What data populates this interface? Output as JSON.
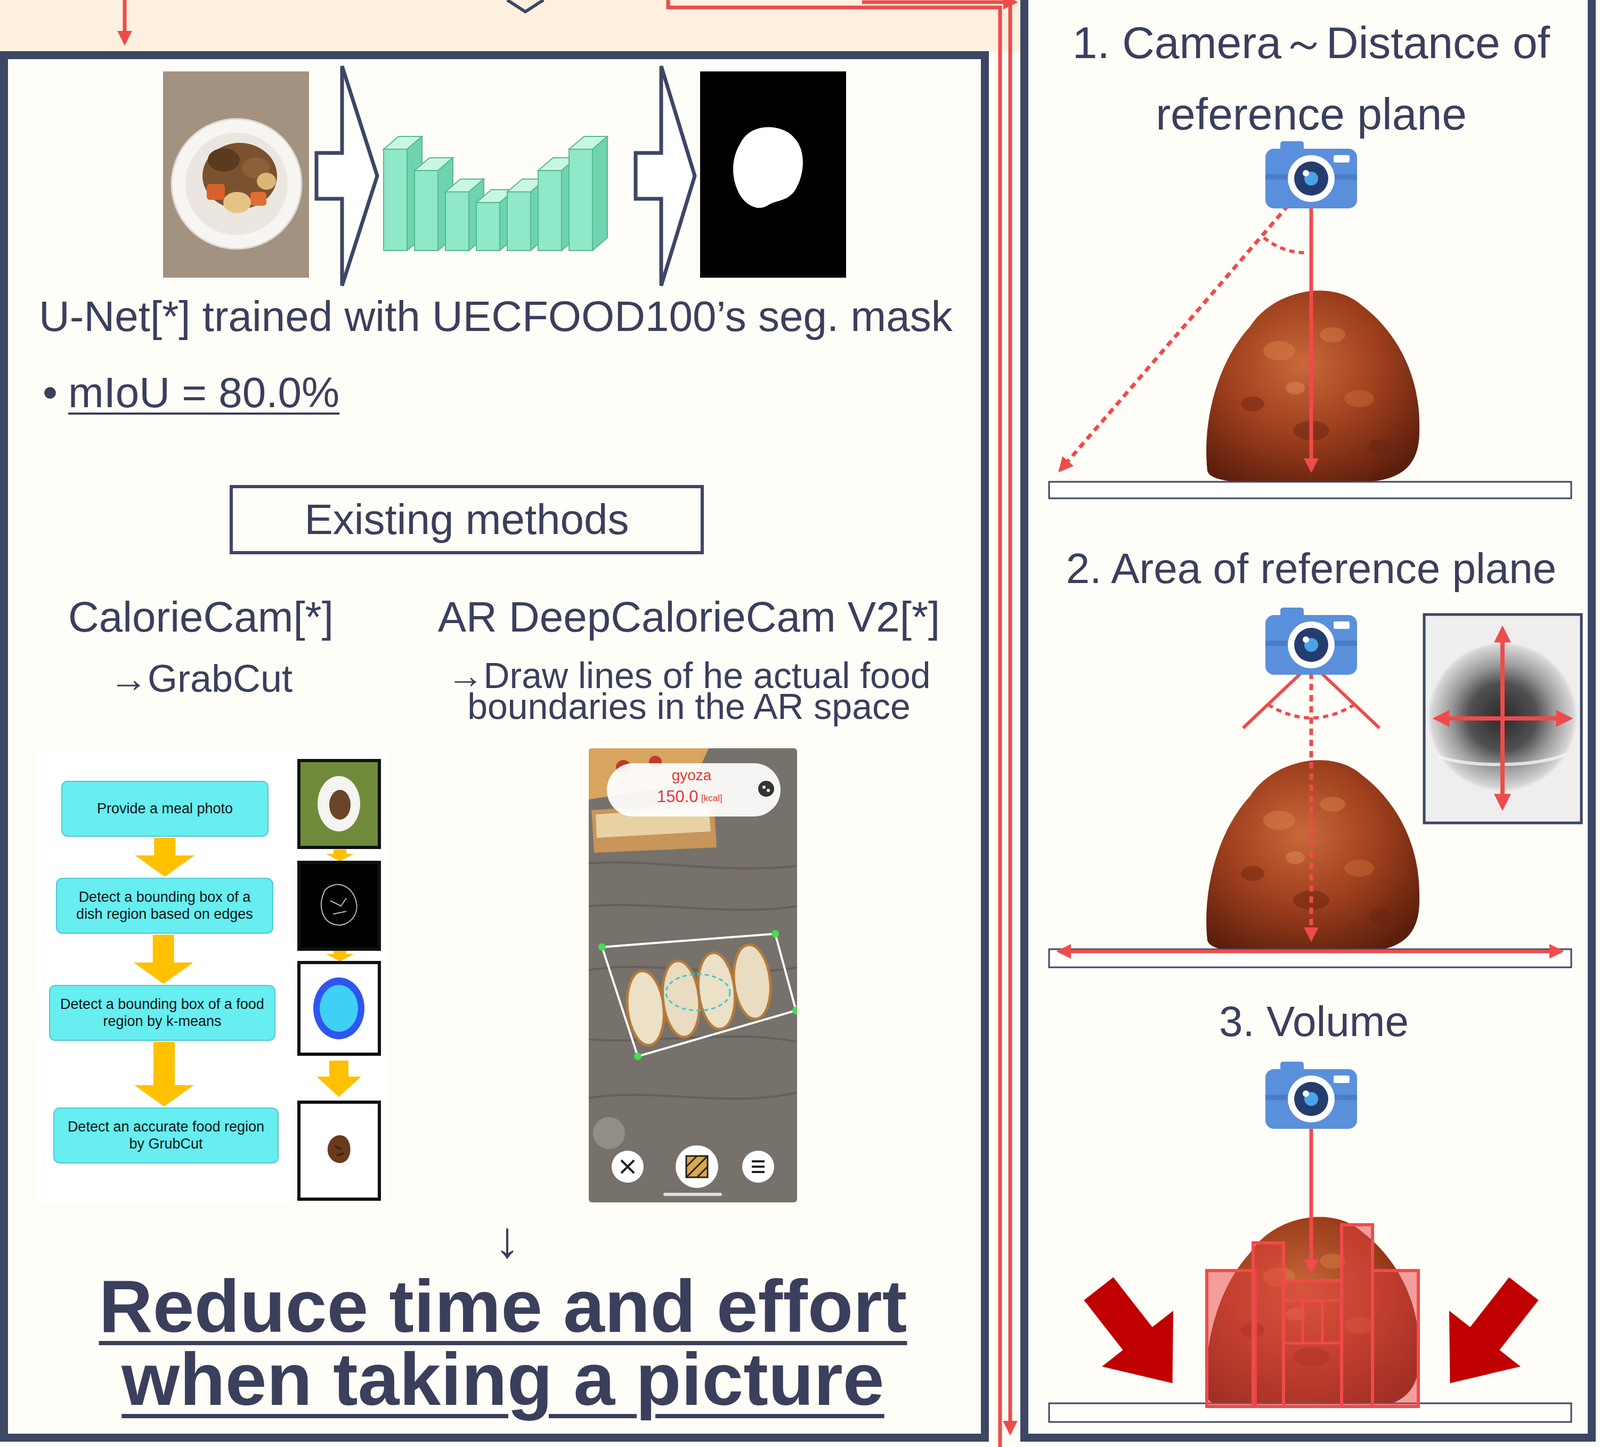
{
  "diagram": {
    "nodes": [
      {
        "text": [
          "U-Net[*] trained with UECFOOD100’s seg. mask",
          "•",
          "mIoU = 80.0%",
          "CalorieCam[*]",
          "→GrabCut",
          "AR DeepCalorieCam V2[*]",
          "→Draw lines of he actual food boundaries in the AR space",
          "↓",
          "Reduce time and effort when taking a picture"
        ]
      },
      {
        "text": [
          "Existing methods"
        ],
        "in": 0
      },
      {
        "text": [
          "Provide a meal photo"
        ],
        "in": 0
      },
      {
        "text": [
          "Detect a bounding box of a dish region based on edges"
        ],
        "in": 0
      },
      {
        "text": [
          "Detect a bounding box of a food region by k-means"
        ],
        "in": 0
      },
      {
        "text": [
          "Detect an accurate food region by GrubCut"
        ],
        "in": 0
      },
      {
        "text": [
          "gyoza",
          "150.0",
          "[kcal]"
        ],
        "in": 0
      },
      {
        "text": [
          "1. Camera～Distance of reference plane",
          "2. Area of reference plane",
          "3. Volume"
        ]
      }
    ],
    "edges": [
      {
        "from": 2,
        "to": 3,
        "arrow": "to"
      },
      {
        "from": 3,
        "to": 4,
        "arrow": "to"
      },
      {
        "from": 4,
        "to": 5,
        "arrow": "to"
      }
    ]
  }
}
